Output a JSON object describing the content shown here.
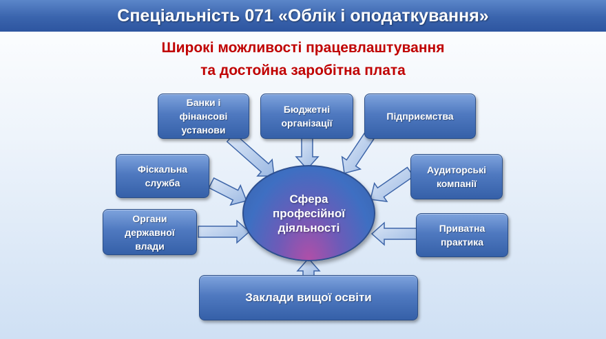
{
  "title": "Спеціальність 071 «Облік і оподаткування»",
  "subtitle": {
    "line1": "Широкі можливості працевлаштування",
    "line2": "та достойна заробітна плата"
  },
  "center_label": "Сфера\nпрофесійної\nдіяльності",
  "nodes": {
    "banks": "Банки і\nфінансові\nустанови",
    "budget": "Бюджетні\nорганізації",
    "enterprises": "Підприємства",
    "fiscal": "Фіскальна\nслужба",
    "audit": "Аудиторські\nкомпанії",
    "government": "Органи\nдержавної\nвлади",
    "private": "Приватна\nпрактика",
    "universities": "Заклади вищої освіти"
  },
  "colors": {
    "title_bar": "#3a64ad",
    "subtitle_text": "#c00000",
    "box_fill": "#4f79c0",
    "arrow_fill": "#a9c4ea"
  }
}
